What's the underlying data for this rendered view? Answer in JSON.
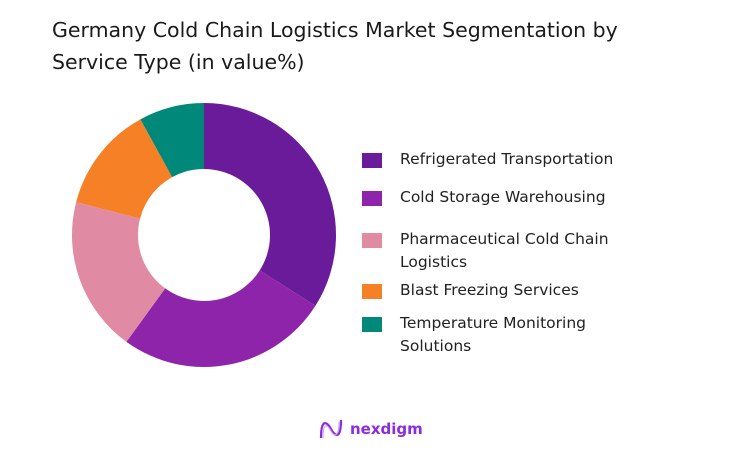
{
  "chart_data": {
    "type": "pie",
    "donut": true,
    "title": "Germany Cold Chain Logistics  Market Segmentation by Service Type (in value%)",
    "categories": [
      "Refrigerated Transportation",
      "Cold Storage Warehousing",
      "Pharmaceutical Cold Chain\n Logistics",
      "Blast Freezing Services",
      "Temperature Monitoring\nSolutions"
    ],
    "values": [
      34,
      26,
      19,
      13,
      8
    ],
    "colors": [
      "#6a1b9a",
      "#8e24aa",
      "#e08ba3",
      "#f58025",
      "#00897b"
    ],
    "legend_position": "right"
  },
  "brand": {
    "name": "nexdigm",
    "color": "#8a2be2"
  }
}
